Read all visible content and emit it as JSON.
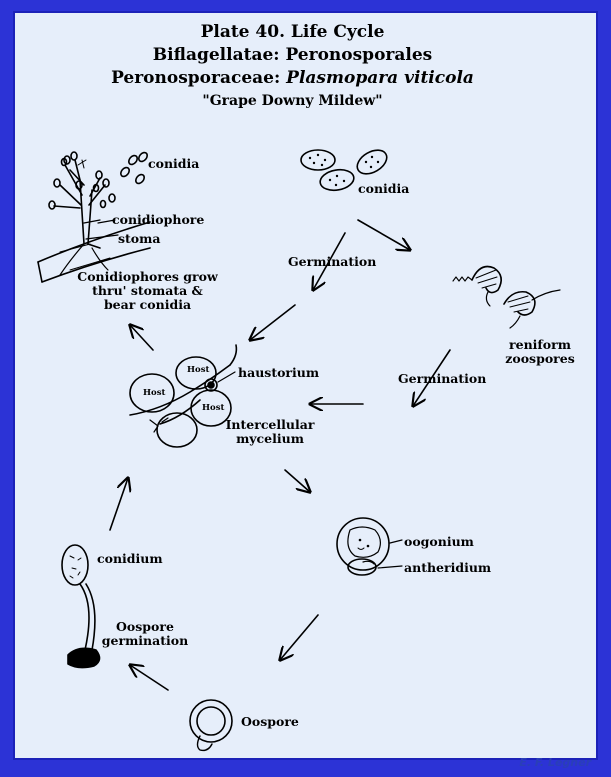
{
  "title": {
    "line1": "Plate 40.  Life Cycle",
    "line2": "Biflagellatae: Peronosporales",
    "line3_prefix": "Peronosporaceae:  ",
    "line3_species": "Plasmopara viticola",
    "line4": "\"Grape Downy Mildew\""
  },
  "labels": {
    "conidia_top_left": "conidia",
    "conidiophore": "conidiophore",
    "stoma": "stoma",
    "conidiophores_note_1": "Conidiophores grow",
    "conidiophores_note_2": "thru' stomata &",
    "conidiophores_note_3": "bear conidia",
    "conidia_top_right": "conidia",
    "germination_upper": "Germination",
    "reniform_1": "reniform",
    "reniform_2": "zoospores",
    "germination_right": "Germination",
    "haustorium": "haustorium",
    "host_1": "Host",
    "host_2": "Host",
    "host_3": "Host",
    "intercellular_1": "Intercellular",
    "intercellular_2": "mycelium",
    "oogonium": "oogonium",
    "antheridium": "antheridium",
    "conidium": "conidium",
    "oospore_germ_1": "Oospore",
    "oospore_germ_2": "germination",
    "oospore": "Oospore"
  },
  "credit": "E. F. Legner",
  "colors": {
    "frame": "#2c33d6",
    "paper": "#e6eefa",
    "ink": "#000000",
    "credit": "#2a3fb8"
  }
}
